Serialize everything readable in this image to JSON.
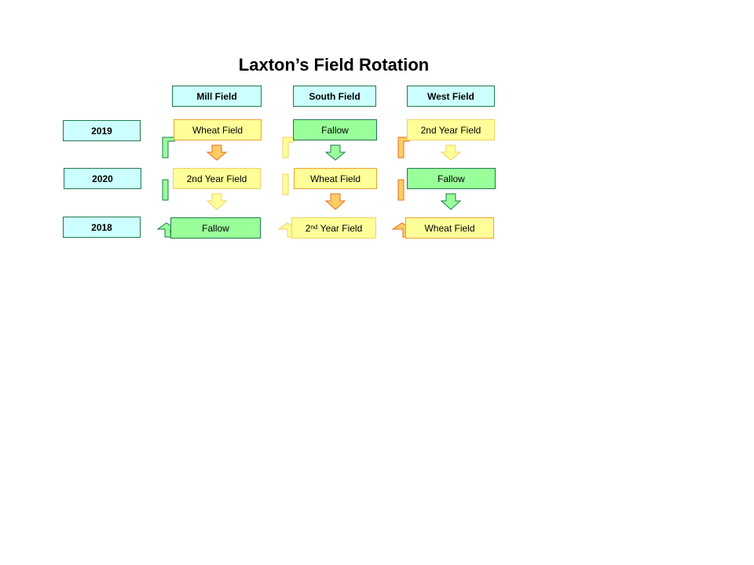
{
  "title": "Laxton’s Field Rotation",
  "columns": [
    "Mill Field",
    "South Field",
    "West Field"
  ],
  "years": [
    "2019",
    "2020",
    "2018"
  ],
  "cells": {
    "mill": [
      "Wheat Field",
      "2nd Year Field",
      "Fallow"
    ],
    "south": [
      "Fallow",
      "Wheat Field",
      "Year Field"
    ],
    "west": [
      "2nd Year Field",
      "Fallow",
      "Wheat Field"
    ]
  },
  "south_2018_prefix": "2",
  "south_2018_sup": "nd",
  "colors": {
    "header_fill": "#ccffff",
    "wheat_fill": "#ffff99",
    "wheat_border": "#f0a030",
    "second_fill": "#ffff99",
    "fallow_fill": "#99ff99",
    "border_green": "#1f7a4f",
    "arrow_orange": "#ffcc66",
    "arrow_yellow": "#ffff99",
    "arrow_green": "#99ff99"
  }
}
